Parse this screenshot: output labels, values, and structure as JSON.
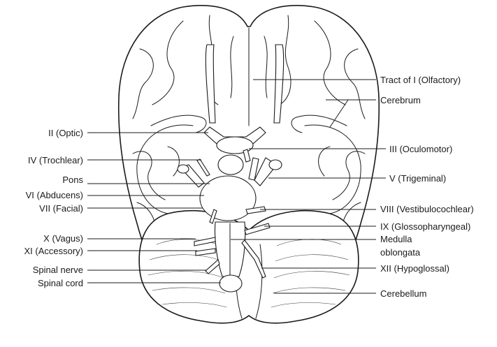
{
  "labels": {
    "olfactory": "Tract of I (Olfactory)",
    "cerebrum": "Cerebrum",
    "optic": "II (Optic)",
    "oculomotor": "III (Oculomotor)",
    "trochlear": "IV (Trochlear)",
    "trigeminal": "V (Trigeminal)",
    "pons": "Pons",
    "abducens": "VI (Abducens)",
    "facial": "VII (Facial)",
    "vestibulocochlear": "VIII (Vestibulocochlear)",
    "glossopharyngeal": "IX (Glossopharyngeal)",
    "vagus": "X (Vagus)",
    "medulla_line1": "Medulla",
    "medulla_line2": "oblongata",
    "accessory": "XI (Accessory)",
    "spinal_nerve": "Spinal nerve",
    "hypoglossal": "XII (Hypoglossal)",
    "spinal_cord": "Spinal cord",
    "cerebellum": "Cerebellum"
  },
  "colors": {
    "ink": "#1a1a1a",
    "background": "#ffffff"
  }
}
